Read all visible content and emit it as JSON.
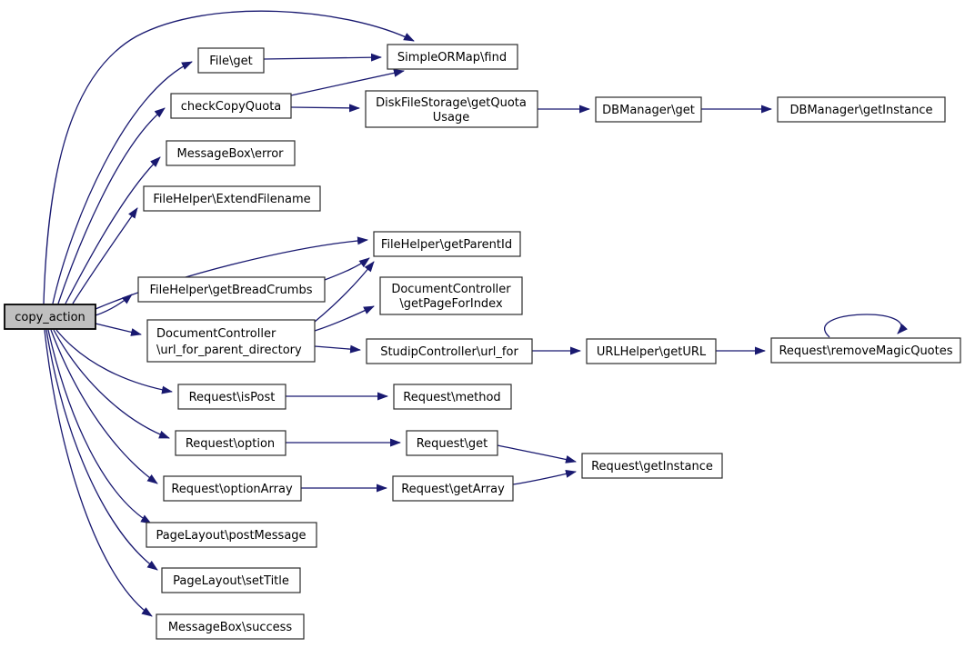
{
  "diagram": {
    "kind": "call-graph",
    "root": "copy_action",
    "edge_color": "#191970",
    "node_fill": "#ffffff",
    "root_fill": "#bfbfbf",
    "nodes": [
      {
        "id": "copy_action",
        "label": "copy_action"
      },
      {
        "id": "file-get",
        "label": "File\\get"
      },
      {
        "id": "simpleormap-find",
        "label": "SimpleORMap\\find"
      },
      {
        "id": "checkcopyquota",
        "label": "checkCopyQuota"
      },
      {
        "id": "diskfilestorage-getquotausage",
        "lines": [
          "DiskFileStorage\\getQuota",
          "Usage"
        ]
      },
      {
        "id": "dbmanager-get",
        "label": "DBManager\\get"
      },
      {
        "id": "dbmanager-getinstance",
        "label": "DBManager\\getInstance"
      },
      {
        "id": "messagebox-error",
        "label": "MessageBox\\error"
      },
      {
        "id": "filehelper-extendfilename",
        "label": "FileHelper\\ExtendFilename"
      },
      {
        "id": "filehelper-getparentid",
        "label": "FileHelper\\getParentId"
      },
      {
        "id": "filehelper-getbreadcrumbs",
        "label": "FileHelper\\getBreadCrumbs"
      },
      {
        "id": "documentcontroller-getpageforindex",
        "lines": [
          "DocumentController",
          "\\getPageForIndex"
        ]
      },
      {
        "id": "documentcontroller-url-for-parent-directory",
        "lines": [
          "DocumentController",
          "\\url_for_parent_directory"
        ]
      },
      {
        "id": "studipcontroller-url-for",
        "label": "StudipController\\url_for"
      },
      {
        "id": "urlhelper-geturl",
        "label": "URLHelper\\getURL"
      },
      {
        "id": "request-removemagicquotes",
        "label": "Request\\removeMagicQuotes"
      },
      {
        "id": "request-ispost",
        "label": "Request\\isPost"
      },
      {
        "id": "request-method",
        "label": "Request\\method"
      },
      {
        "id": "request-option",
        "label": "Request\\option"
      },
      {
        "id": "request-get",
        "label": "Request\\get"
      },
      {
        "id": "request-getinstance",
        "label": "Request\\getInstance"
      },
      {
        "id": "request-optionarray",
        "label": "Request\\optionArray"
      },
      {
        "id": "request-getarray",
        "label": "Request\\getArray"
      },
      {
        "id": "pagelayout-postmessage",
        "label": "PageLayout\\postMessage"
      },
      {
        "id": "pagelayout-settitle",
        "label": "PageLayout\\setTitle"
      },
      {
        "id": "messagebox-success",
        "label": "MessageBox\\success"
      }
    ],
    "edges": [
      {
        "from": "copy_action",
        "to": "simpleormap-find"
      },
      {
        "from": "copy_action",
        "to": "file-get"
      },
      {
        "from": "copy_action",
        "to": "checkcopyquota"
      },
      {
        "from": "copy_action",
        "to": "messagebox-error"
      },
      {
        "from": "copy_action",
        "to": "filehelper-extendfilename"
      },
      {
        "from": "copy_action",
        "to": "filehelper-getparentid"
      },
      {
        "from": "copy_action",
        "to": "filehelper-getbreadcrumbs"
      },
      {
        "from": "copy_action",
        "to": "documentcontroller-url-for-parent-directory"
      },
      {
        "from": "copy_action",
        "to": "request-ispost"
      },
      {
        "from": "copy_action",
        "to": "request-option"
      },
      {
        "from": "copy_action",
        "to": "request-optionarray"
      },
      {
        "from": "copy_action",
        "to": "pagelayout-postmessage"
      },
      {
        "from": "copy_action",
        "to": "pagelayout-settitle"
      },
      {
        "from": "copy_action",
        "to": "messagebox-success"
      },
      {
        "from": "file-get",
        "to": "simpleormap-find"
      },
      {
        "from": "checkcopyquota",
        "to": "simpleormap-find"
      },
      {
        "from": "checkcopyquota",
        "to": "diskfilestorage-getquotausage"
      },
      {
        "from": "diskfilestorage-getquotausage",
        "to": "dbmanager-get"
      },
      {
        "from": "dbmanager-get",
        "to": "dbmanager-getinstance"
      },
      {
        "from": "filehelper-getbreadcrumbs",
        "to": "filehelper-getparentid"
      },
      {
        "from": "documentcontroller-url-for-parent-directory",
        "to": "filehelper-getparentid"
      },
      {
        "from": "documentcontroller-url-for-parent-directory",
        "to": "documentcontroller-getpageforindex"
      },
      {
        "from": "documentcontroller-url-for-parent-directory",
        "to": "studipcontroller-url-for"
      },
      {
        "from": "studipcontroller-url-for",
        "to": "urlhelper-geturl"
      },
      {
        "from": "urlhelper-geturl",
        "to": "request-removemagicquotes"
      },
      {
        "from": "request-removemagicquotes",
        "to": "request-removemagicquotes"
      },
      {
        "from": "request-ispost",
        "to": "request-method"
      },
      {
        "from": "request-option",
        "to": "request-get"
      },
      {
        "from": "request-get",
        "to": "request-getinstance"
      },
      {
        "from": "request-optionarray",
        "to": "request-getarray"
      },
      {
        "from": "request-getarray",
        "to": "request-getinstance"
      }
    ]
  }
}
